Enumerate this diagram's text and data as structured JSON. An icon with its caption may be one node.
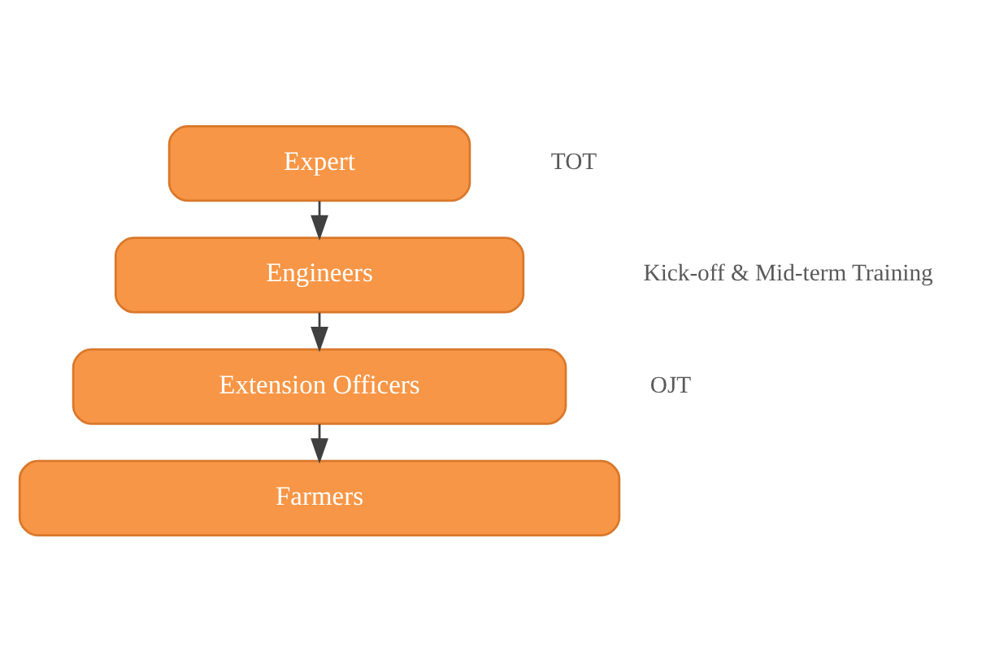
{
  "diagram": {
    "nodes": [
      {
        "text": [
          "Expert"
        ]
      },
      {
        "text": [
          "Engineers"
        ]
      },
      {
        "text": [
          "Extension Officers"
        ]
      },
      {
        "text": [
          "Farmers"
        ]
      }
    ],
    "edges": [
      {
        "from": 0,
        "to": 1,
        "arrow": "to"
      },
      {
        "from": 1,
        "to": 2,
        "arrow": "to"
      },
      {
        "from": 2,
        "to": 3,
        "arrow": "to"
      }
    ],
    "labels": [
      "TOT",
      "Kick-off & Mid-term Training",
      "OJT"
    ]
  }
}
